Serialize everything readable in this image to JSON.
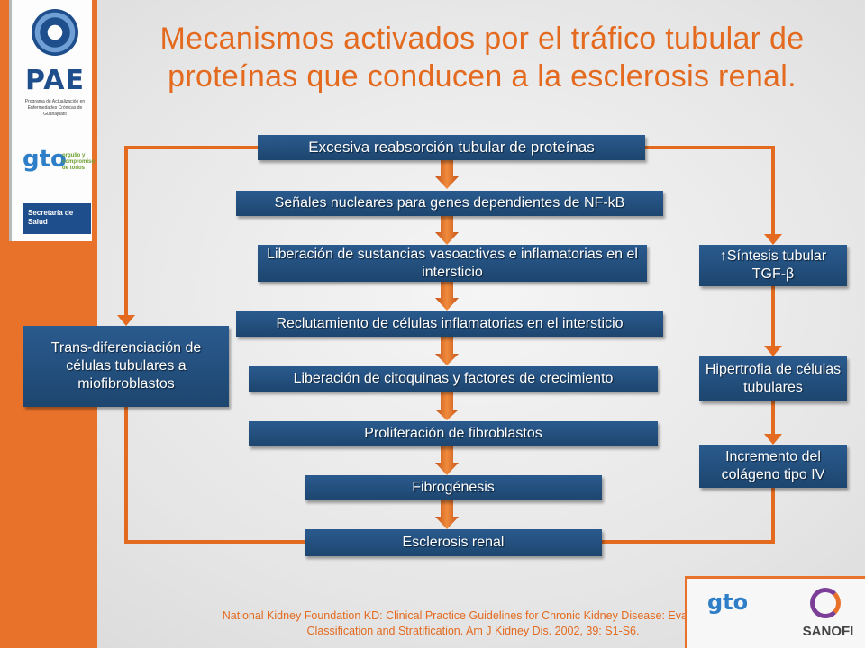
{
  "title": "Mecanismos activados por el tráfico tubular de proteínas que conducen a la esclerosis renal.",
  "sidebar": {
    "pae_logo": "PAE",
    "pae_subtitle": "Programa de Actualización en Enfermedades Crónicas de Guanajuato",
    "gto_logo": "gto",
    "gto_subtitle": "orgullo y compromiso de todos",
    "secretaria_logo": "Secretaría de Salud"
  },
  "diagram": {
    "main_steps": [
      "Excesiva reabsorción tubular de proteínas",
      "Señales nucleares para genes dependientes de NF-kB",
      "Liberación de sustancias vasoactivas e inflamatorias en el intersticio",
      "Reclutamiento de células inflamatorias en el intersticio",
      "Liberación de citoquinas y factores de crecimiento",
      "Proliferación de fibroblastos",
      "Fibrogénesis",
      "Esclerosis renal"
    ],
    "left_branch": "Trans-diferenciación de células tubulares a miofibroblastos",
    "right_branch": [
      "↑Síntesis tubular TGF-β",
      "Hipertrofia de células tubulares",
      "Incremento del colágeno tipo IV"
    ],
    "colors": {
      "box": "#1f4a78",
      "connector": "#e36a1f",
      "title": "#e36a1f"
    }
  },
  "citation": "National Kidney Foundation KD: Clinical Practice Guidelines for Chronic Kidney Disease: Evaluation, Classification and Stratification. Am J Kidney Dis. 2002, 39: S1-S6.",
  "bottom_logos": {
    "gto": "gto",
    "sanofi": "SANOFI"
  }
}
